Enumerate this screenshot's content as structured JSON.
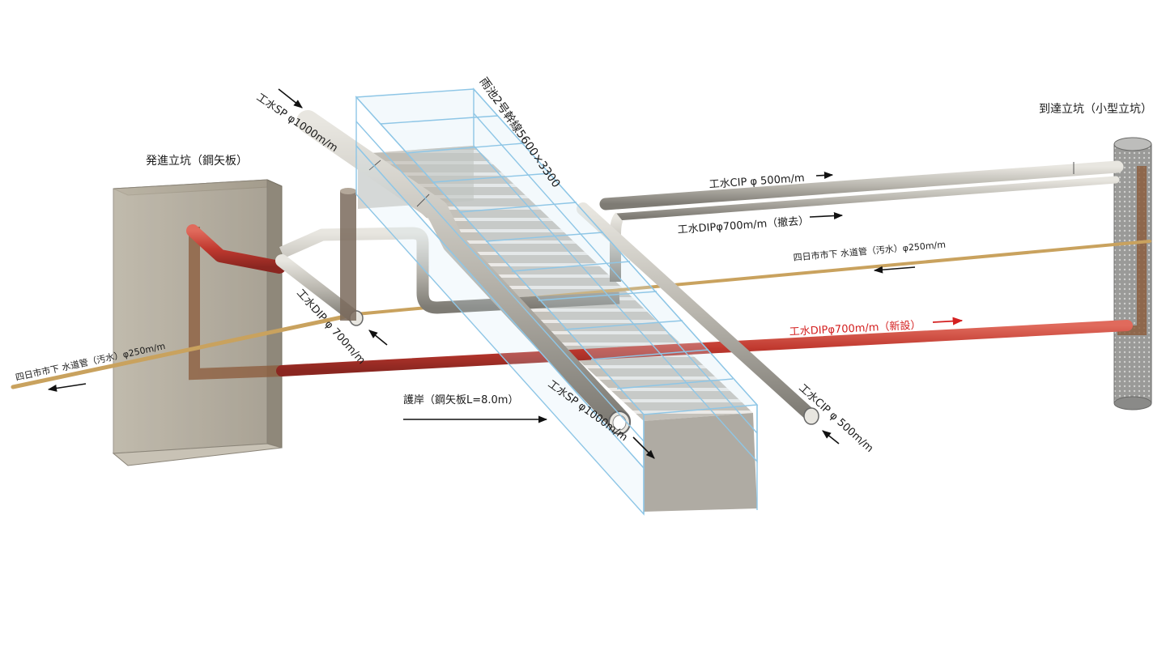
{
  "labels": {
    "launch_shaft": "発進立坑（鋼矢板）",
    "arrival_shaft": "到達立坑（小型立坑）",
    "culvert": "雨池2号幹線5600×3300",
    "revetment": "護岸（鋼矢板L=8.0m）",
    "sp1000_top": "工水SP φ1000m/m",
    "sp1000_bottom": "工水SP φ1000m/m",
    "cip500_top": "工水CIP φ 500m/m",
    "cip500_bottom": "工水CIP φ 500m/m",
    "dip700_remove": "工水DIPφ700m/m（撤去）",
    "dip700_left": "工水DIP φ 700m/m",
    "sewer_right": "四日市市下 水道管（汚水）φ250m/m",
    "sewer_left": "四日市市下 水道管（汚水）φ250m/m",
    "dip700_new": "工水DIPφ700m/m（新設）"
  },
  "colors": {
    "new_pipe": "#c0392f",
    "existing_pipe": "#b9b6ae",
    "sewer_pipe": "#c9a25e",
    "culvert_outline": "#8ec6e6",
    "shaft_wall": "#a39b8c",
    "label_red": "#d42020"
  }
}
